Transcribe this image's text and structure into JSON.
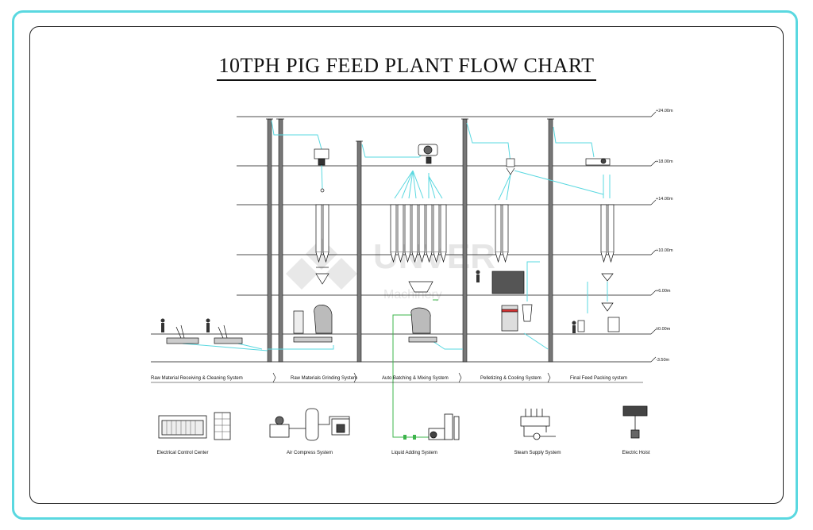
{
  "title": "10TPH PIG FEED PLANT FLOW CHART",
  "watermark": {
    "brand": "UNVER",
    "sub": "Machinery"
  },
  "levels": [
    "+24.00m",
    "+18.00m",
    "+14.00m",
    "+10.00m",
    "+6.00m",
    "±0.00m",
    "-3.50m"
  ],
  "systems": [
    "Raw Material Receiving & Cleaning System",
    "Raw Materials Grinding System",
    "Auto Batching & Mixing System",
    "Pelletizing & Cooling System",
    "Final Feed Packing system"
  ],
  "subsystems": [
    "Electrical Control Center",
    "Air Compress System",
    "Liquid Adding System",
    "Steam Supply System",
    "Electric Hoist"
  ],
  "colors": {
    "frame": "#5ad8e0",
    "pipe": "#5ad8e0",
    "liquid": "#3cb44b",
    "line": "#111111"
  }
}
